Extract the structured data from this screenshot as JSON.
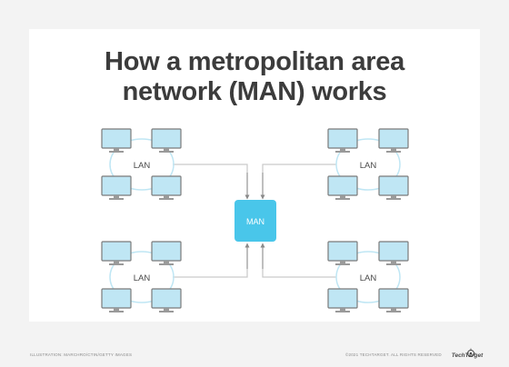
{
  "title": {
    "line1": "How a metropolitan area",
    "line2": "network (MAN) works"
  },
  "hub": {
    "label": "MAN",
    "color": "#49c6ea"
  },
  "lans": [
    {
      "id": "top-left",
      "label": "LAN"
    },
    {
      "id": "top-right",
      "label": "LAN"
    },
    {
      "id": "bottom-left",
      "label": "LAN"
    },
    {
      "id": "bottom-right",
      "label": "LAN"
    }
  ],
  "icons": {
    "computer": "desktop-monitor-icon",
    "logo": "techtarget-logo"
  },
  "colors": {
    "monitor_screen": "#bfe6f4",
    "monitor_frame": "#7a7a7a",
    "lan_ring": "#bfe6f4",
    "connector": "#c9c9c9",
    "arrow": "#8a8a8a"
  },
  "footer": {
    "credit": "ILLUSTRATION: MARCHRO/CTIN/GETTY IMAGES",
    "copyright": "©2021 TECHTARGET. ALL RIGHTS RESERVED",
    "logo_text": "TechTarget"
  }
}
